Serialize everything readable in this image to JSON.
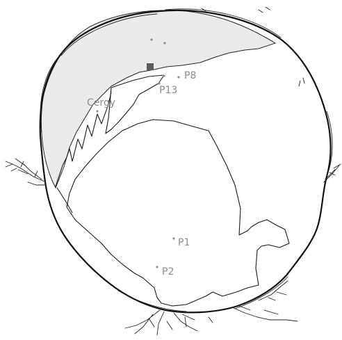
{
  "colors": {
    "background": "#ffffff",
    "shaded_zone": "#ebebeb",
    "outline": "#111111",
    "label": "#8c8c8c",
    "marker": "#5a5a5a"
  },
  "labels": {
    "p8": "P8",
    "p13": "P13",
    "cergy": "Cergy",
    "p1": "P1",
    "p2": "P2"
  },
  "icons": {
    "square_marker": "filled-square"
  }
}
